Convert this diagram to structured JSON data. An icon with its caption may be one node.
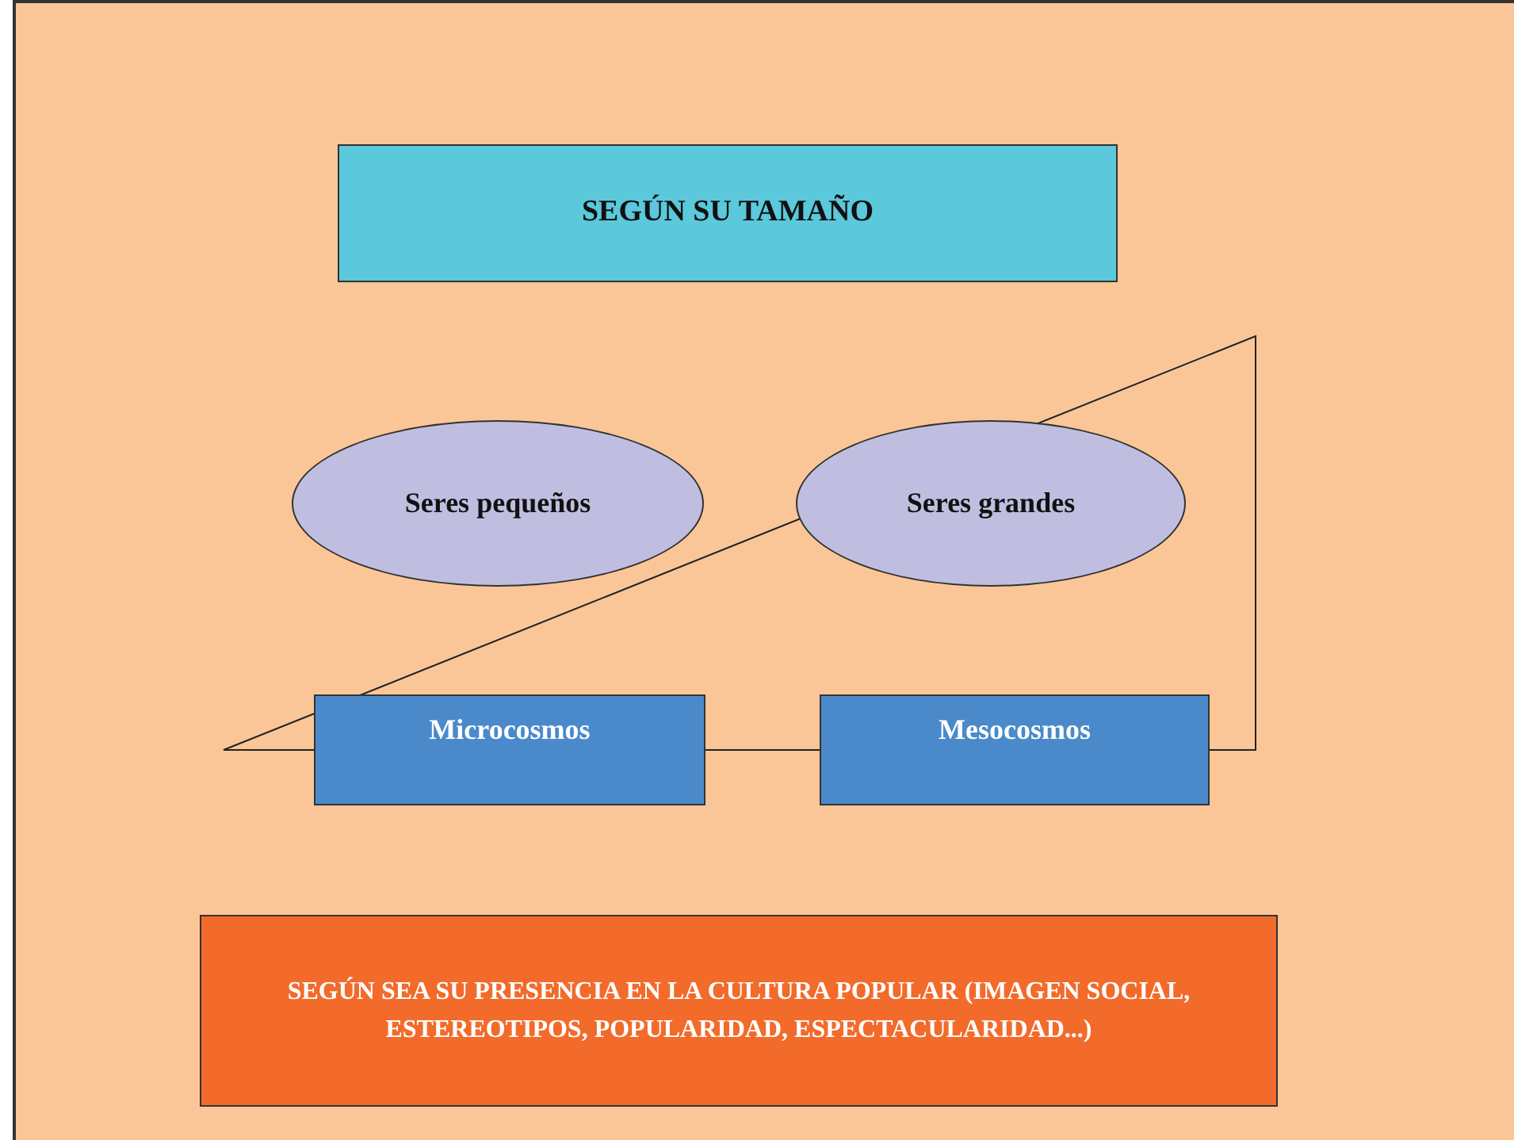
{
  "diagram": {
    "nodes": [
      {
        "text": [
          "SEGÚN SU TAMAÑO"
        ]
      },
      {
        "text": [
          "Seres pequeños"
        ]
      },
      {
        "text": [
          "Seres grandes"
        ]
      },
      {
        "text": [
          "Microcosmos"
        ]
      },
      {
        "text": [
          "Mesocosmos"
        ]
      },
      {
        "text": [
          "SEGÚN SEA SU PRESENCIA EN LA CULTURA POPULAR (IMAGEN SOCIAL, ESTEREOTIPOS, POPULARIDAD, ESPECTACULARIDAD...)"
        ]
      }
    ]
  }
}
